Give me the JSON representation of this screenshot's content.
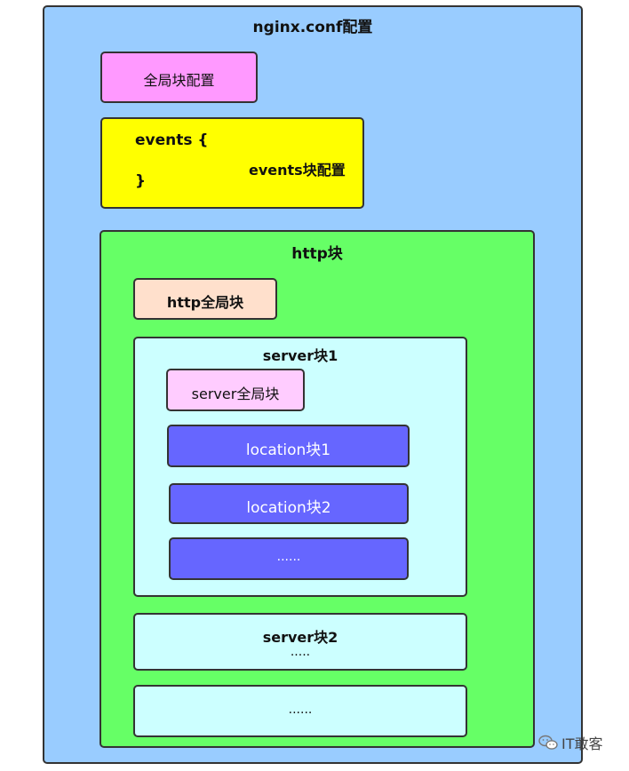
{
  "diagram": {
    "title": "nginx.conf配置",
    "global_block": "全局块配置",
    "events": {
      "open": "events {",
      "label": "events块配置",
      "close": "}"
    },
    "http": {
      "title": "http块",
      "global": "http全局块",
      "server1": {
        "title": "server块1",
        "global": "server全局块",
        "locations": [
          "location块1",
          "location块2",
          "......"
        ]
      },
      "server2": {
        "title": "server块2",
        "ellipsis": "....."
      },
      "server3": {
        "ellipsis": "......"
      }
    }
  },
  "watermark": {
    "text": "IT敢客",
    "icon": "wechat-icon"
  },
  "colors": {
    "outer": "#99ccff",
    "global": "#ff99ff",
    "events": "#ffff00",
    "http": "#66ff66",
    "http_global": "#ffe0cc",
    "server": "#ccffff",
    "server_global": "#ffccff",
    "location": "#6666ff"
  }
}
